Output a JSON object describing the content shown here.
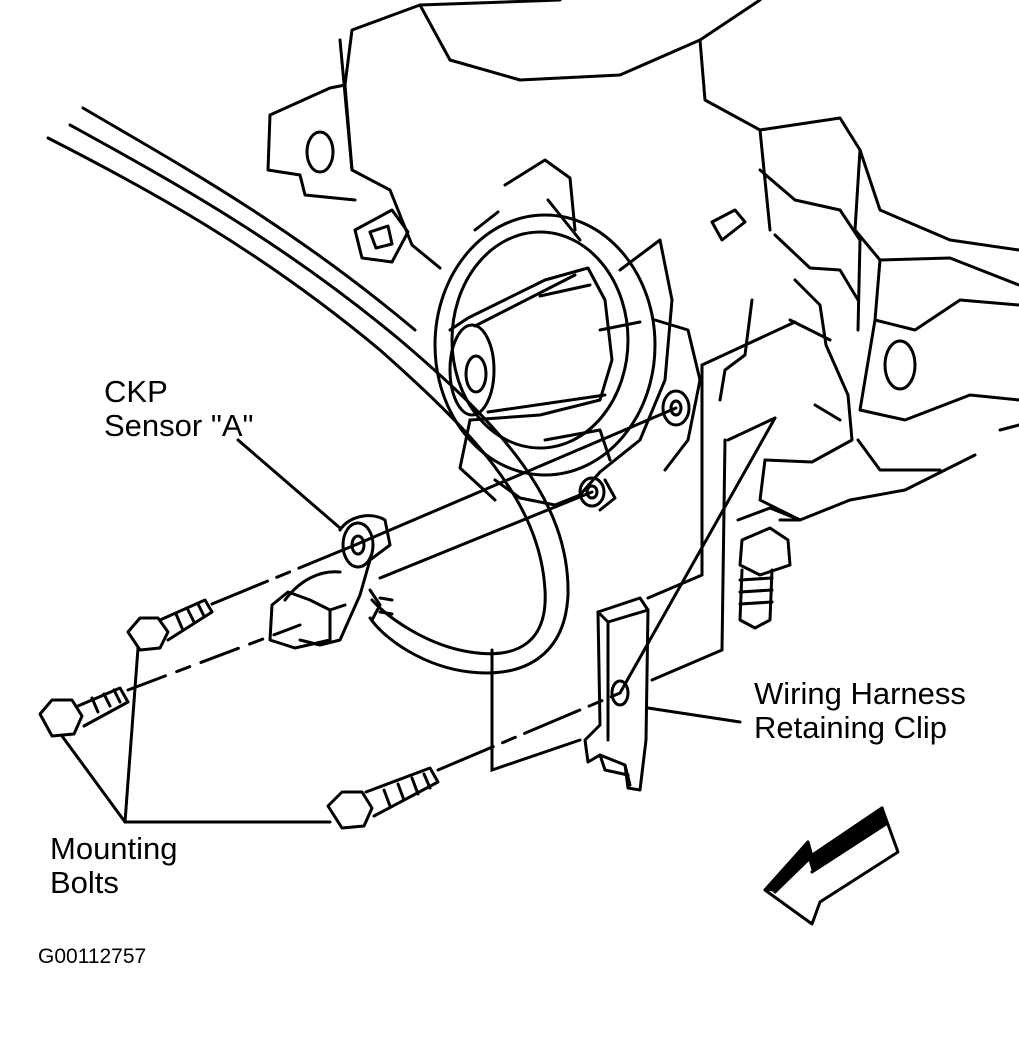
{
  "labels": {
    "ckp_sensor": {
      "line1": "CKP",
      "line2": "Sensor \"A\""
    },
    "wiring_harness": {
      "line1": "Wiring Harness",
      "line2": "Retaining Clip"
    },
    "mounting_bolts": {
      "line1": "Mounting",
      "line2": "Bolts"
    }
  },
  "figure_code": "G00112757",
  "colors": {
    "ink": "#000000",
    "paper": "#ffffff"
  },
  "icons": [
    "direction-arrow-icon",
    "bolt-icon"
  ]
}
